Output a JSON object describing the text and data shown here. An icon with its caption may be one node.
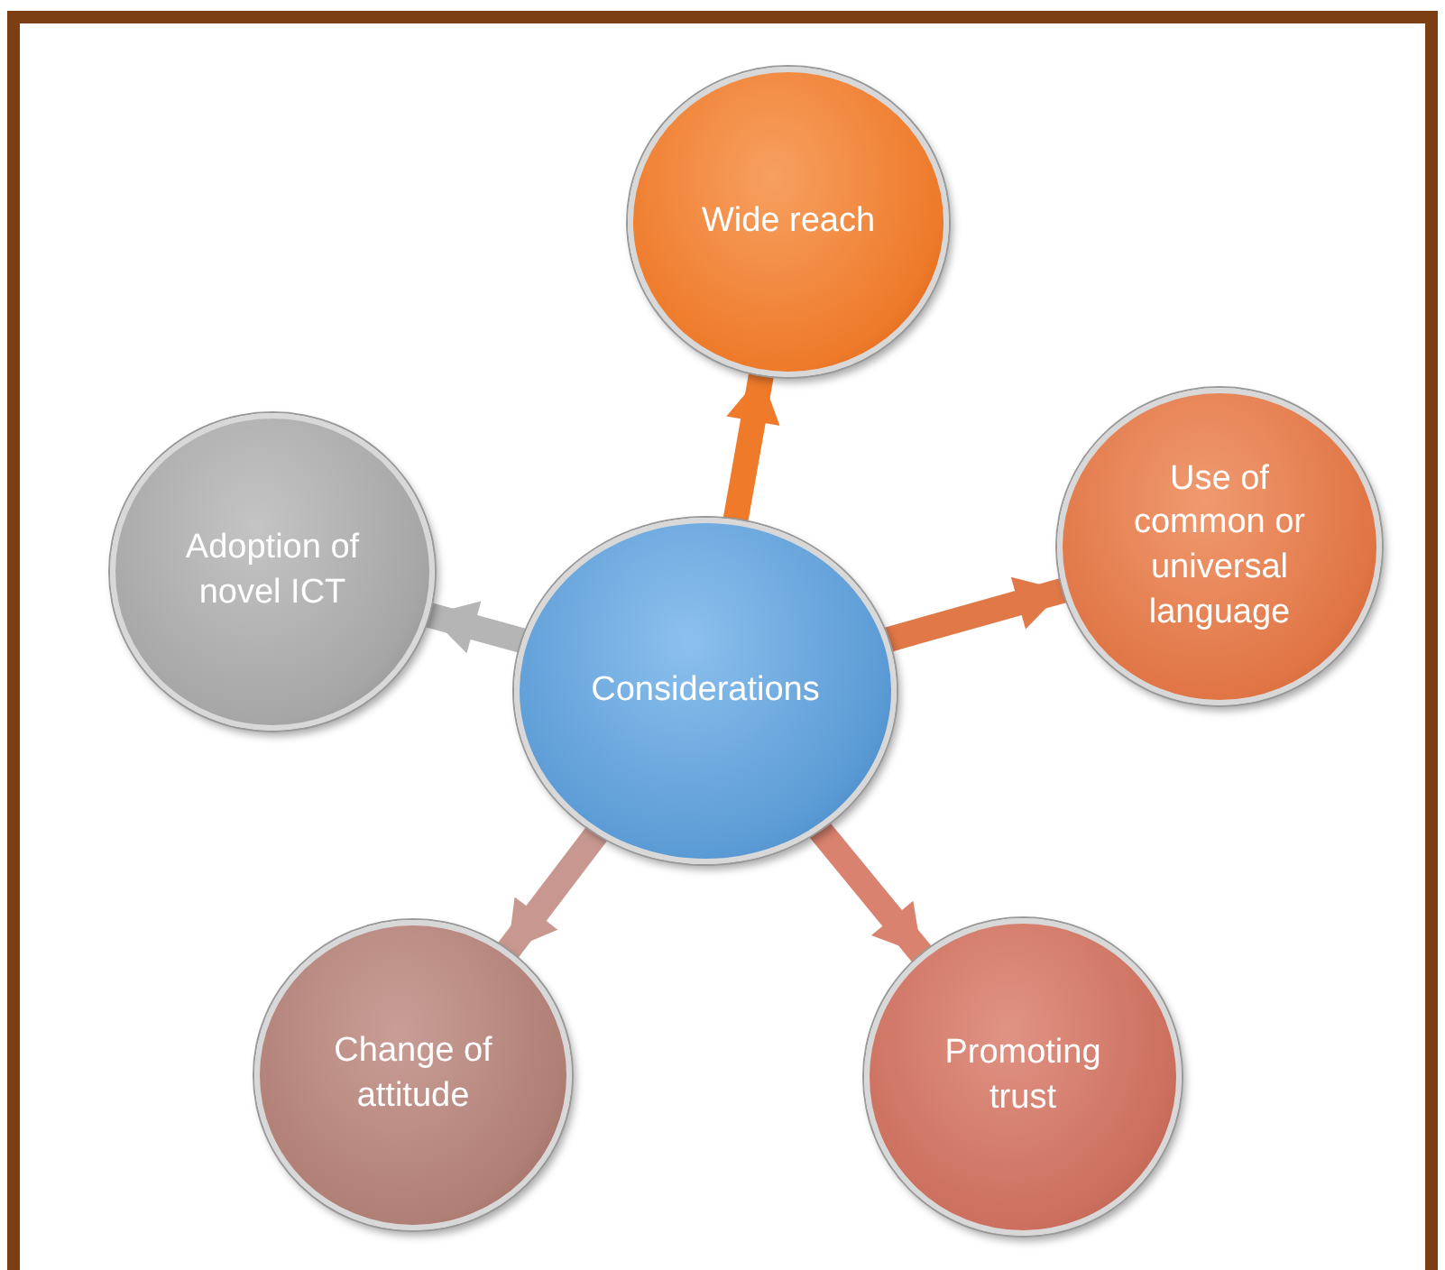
{
  "diagram": {
    "nodes": [
      {
        "text": [
          "Wide reach"
        ]
      },
      {
        "text": [
          "Adoption of novel ICT"
        ]
      },
      {
        "text": [
          "Considerations"
        ]
      },
      {
        "text": [
          "Use of common or universal language"
        ]
      },
      {
        "text": [
          "Change of attitude"
        ]
      },
      {
        "text": [
          "Promoting trust"
        ]
      }
    ],
    "edges": [
      {
        "from": 2,
        "to": 0,
        "arrow": "to",
        "color": "#ee7a2a"
      },
      {
        "from": 2,
        "to": 1,
        "arrow": "to",
        "color": "#b5b5b5"
      },
      {
        "from": 2,
        "to": 3,
        "arrow": "to",
        "color": "#e07848"
      },
      {
        "from": 2,
        "to": 4,
        "arrow": "to",
        "color": "#c89890"
      },
      {
        "from": 2,
        "to": 5,
        "arrow": "to",
        "color": "#d9826f"
      }
    ]
  }
}
